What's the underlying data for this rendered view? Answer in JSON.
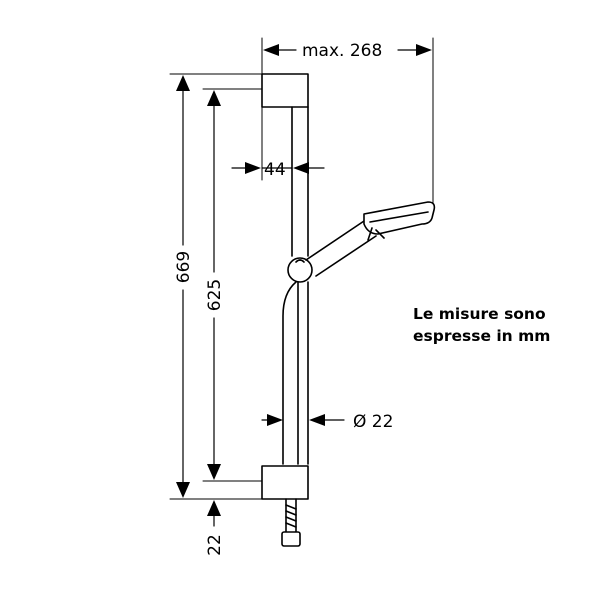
{
  "dimensions": {
    "max_width": "max. 268",
    "total_height": "669",
    "rail_height": "625",
    "bracket_width": "44",
    "bar_diameter": "Ø 22",
    "bottom_offset": "22"
  },
  "note": {
    "line1": "Le misure sono",
    "line2": "espresse in mm"
  },
  "colors": {
    "line": "#000000",
    "background": "#ffffff"
  }
}
